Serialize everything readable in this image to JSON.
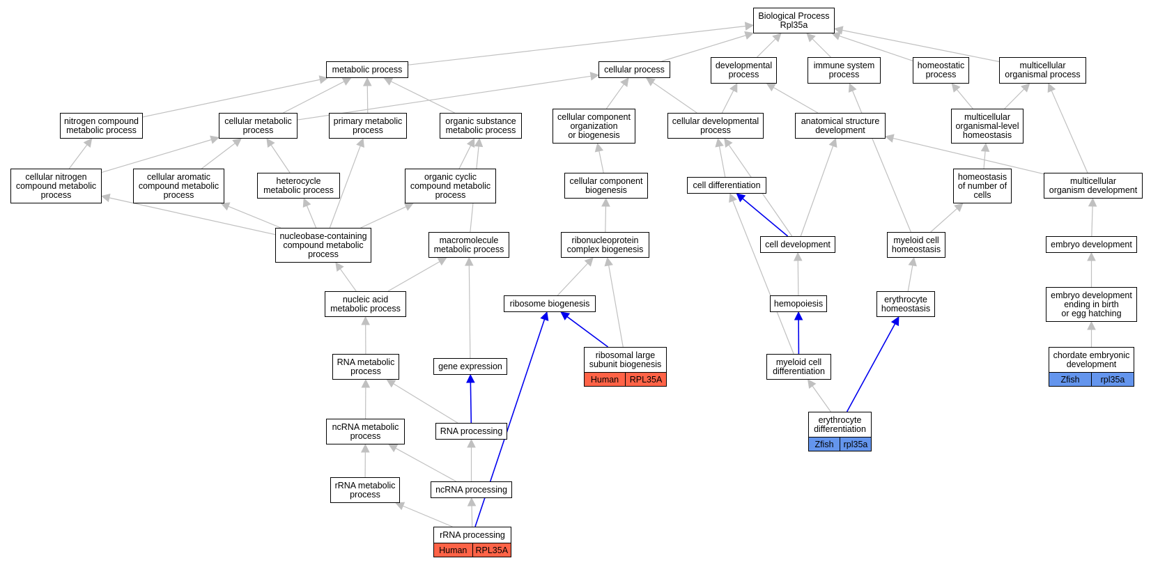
{
  "colors": {
    "edge_default": "#c0c0c0",
    "edge_highlight": "#0000ee",
    "human": "#ff6347",
    "zfish": "#6495ed"
  },
  "nodes": {
    "bp": "Biological Process\nRpl35a",
    "metabolic": "metabolic process",
    "cellular": "cellular process",
    "developmental": "developmental\nprocess",
    "immune": "immune system\nprocess",
    "homeostatic": "homeostatic\nprocess",
    "multicellular": "multicellular\norganismal process",
    "nitrogen": "nitrogen compound\nmetabolic process",
    "cellmetab": "cellular metabolic\nprocess",
    "primary": "primary metabolic\nprocess",
    "orgsubst": "organic substance\nmetabolic process",
    "ccorg": "cellular component\norganization\nor biogenesis",
    "celldevproc": "cellular developmental\nprocess",
    "anatomical": "anatomical structure\ndevelopment",
    "mclevel": "multicellular\norganismal-level\nhomeostasis",
    "cellnitro": "cellular nitrogen\ncompound metabolic\nprocess",
    "cellarom": "cellular aromatic\ncompound metabolic\nprocess",
    "heterocycle": "heterocycle\nmetabolic process",
    "orgcyclic": "organic cyclic\ncompound metabolic\nprocess",
    "ccbiogen": "cellular component\nbiogenesis",
    "celldiff": "cell differentiation",
    "homeonum": "homeostasis\nof number of\ncells",
    "mcorgdev": "multicellular\norganism development",
    "nucleobase": "nucleobase-containing\ncompound metabolic\nprocess",
    "macromol": "macromolecule\nmetabolic process",
    "rnpbiogen": "ribonucleoprotein\ncomplex biogenesis",
    "celldev": "cell development",
    "myeloidhomeo": "myeloid cell\nhomeostasis",
    "embryodev": "embryo development",
    "nucleic": "nucleic acid\nmetabolic process",
    "ribobiogen": "ribosome biogenesis",
    "hemopoiesis": "hemopoiesis",
    "erythhomeo": "erythrocyte\nhomeostasis",
    "embryobirth": "embryo development\nending in birth\nor egg hatching",
    "rnametab": "RNA metabolic\nprocess",
    "geneexpr": "gene expression",
    "ribolarge": "ribosomal large\nsubunit biogenesis",
    "myeloiddiff": "myeloid cell\ndifferentiation",
    "chordate": "chordate embryonic\ndevelopment",
    "ncrnametab": "ncRNA metabolic\nprocess",
    "rnaproc": "RNA processing",
    "erythdiff": "erythrocyte\ndifferentiation",
    "rrnametab": "rRNA metabolic\nprocess",
    "ncrnaproc": "ncRNA processing",
    "rrnaproc": "rRNA processing"
  },
  "annotations": {
    "ribolarge": {
      "species": "Human",
      "gene": "RPL35A"
    },
    "rrnaproc": {
      "species": "Human",
      "gene": "RPL35A"
    },
    "chordate": {
      "species": "Zfish",
      "gene": "rpl35a"
    },
    "erythdiff": {
      "species": "Zfish",
      "gene": "rpl35a"
    }
  },
  "edges": [
    {
      "from": "metabolic",
      "to": "bp"
    },
    {
      "from": "cellular",
      "to": "bp"
    },
    {
      "from": "developmental",
      "to": "bp"
    },
    {
      "from": "immune",
      "to": "bp"
    },
    {
      "from": "homeostatic",
      "to": "bp"
    },
    {
      "from": "multicellular",
      "to": "bp"
    },
    {
      "from": "nitrogen",
      "to": "metabolic"
    },
    {
      "from": "cellmetab",
      "to": "metabolic"
    },
    {
      "from": "cellmetab",
      "to": "cellular"
    },
    {
      "from": "primary",
      "to": "metabolic"
    },
    {
      "from": "orgsubst",
      "to": "metabolic"
    },
    {
      "from": "ccorg",
      "to": "cellular"
    },
    {
      "from": "celldevproc",
      "to": "cellular"
    },
    {
      "from": "celldevproc",
      "to": "developmental"
    },
    {
      "from": "anatomical",
      "to": "developmental"
    },
    {
      "from": "mclevel",
      "to": "homeostatic"
    },
    {
      "from": "mclevel",
      "to": "multicellular"
    },
    {
      "from": "cellnitro",
      "to": "nitrogen"
    },
    {
      "from": "cellnitro",
      "to": "cellmetab"
    },
    {
      "from": "cellarom",
      "to": "cellmetab"
    },
    {
      "from": "heterocycle",
      "to": "cellmetab"
    },
    {
      "from": "orgcyclic",
      "to": "orgsubst"
    },
    {
      "from": "ccbiogen",
      "to": "ccorg"
    },
    {
      "from": "celldiff",
      "to": "celldevproc"
    },
    {
      "from": "homeonum",
      "to": "mclevel"
    },
    {
      "from": "mcorgdev",
      "to": "multicellular"
    },
    {
      "from": "mcorgdev",
      "to": "anatomical"
    },
    {
      "from": "nucleobase",
      "to": "cellnitro"
    },
    {
      "from": "nucleobase",
      "to": "cellarom"
    },
    {
      "from": "nucleobase",
      "to": "heterocycle"
    },
    {
      "from": "nucleobase",
      "to": "orgcyclic"
    },
    {
      "from": "nucleobase",
      "to": "primary"
    },
    {
      "from": "macromol",
      "to": "orgsubst"
    },
    {
      "from": "rnpbiogen",
      "to": "ccbiogen"
    },
    {
      "from": "celldev",
      "to": "celldiff",
      "highlight": true
    },
    {
      "from": "celldev",
      "to": "celldevproc"
    },
    {
      "from": "celldev",
      "to": "anatomical"
    },
    {
      "from": "myeloidhomeo",
      "to": "homeonum"
    },
    {
      "from": "myeloidhomeo",
      "to": "immune"
    },
    {
      "from": "embryodev",
      "to": "mcorgdev"
    },
    {
      "from": "nucleic",
      "to": "nucleobase"
    },
    {
      "from": "nucleic",
      "to": "macromol"
    },
    {
      "from": "ribobiogen",
      "to": "rnpbiogen"
    },
    {
      "from": "hemopoiesis",
      "to": "celldev"
    },
    {
      "from": "erythhomeo",
      "to": "myeloidhomeo"
    },
    {
      "from": "embryobirth",
      "to": "embryodev"
    },
    {
      "from": "rnametab",
      "to": "nucleic"
    },
    {
      "from": "geneexpr",
      "to": "macromol"
    },
    {
      "from": "ribolarge",
      "to": "ribobiogen",
      "highlight": true
    },
    {
      "from": "ribolarge",
      "to": "rnpbiogen"
    },
    {
      "from": "myeloiddiff",
      "to": "hemopoiesis",
      "highlight": true
    },
    {
      "from": "myeloiddiff",
      "to": "celldiff"
    },
    {
      "from": "chordate",
      "to": "embryobirth"
    },
    {
      "from": "ncrnametab",
      "to": "rnametab"
    },
    {
      "from": "rnaproc",
      "to": "rnametab"
    },
    {
      "from": "rnaproc",
      "to": "geneexpr",
      "highlight": true
    },
    {
      "from": "erythdiff",
      "to": "myeloiddiff"
    },
    {
      "from": "erythdiff",
      "to": "erythhomeo",
      "highlight": true
    },
    {
      "from": "rrnametab",
      "to": "ncrnametab"
    },
    {
      "from": "ncrnaproc",
      "to": "ncrnametab"
    },
    {
      "from": "ncrnaproc",
      "to": "rnaproc"
    },
    {
      "from": "rrnaproc",
      "to": "rrnametab"
    },
    {
      "from": "rrnaproc",
      "to": "ncrnaproc"
    },
    {
      "from": "rrnaproc",
      "to": "ribobiogen",
      "highlight": true
    }
  ]
}
